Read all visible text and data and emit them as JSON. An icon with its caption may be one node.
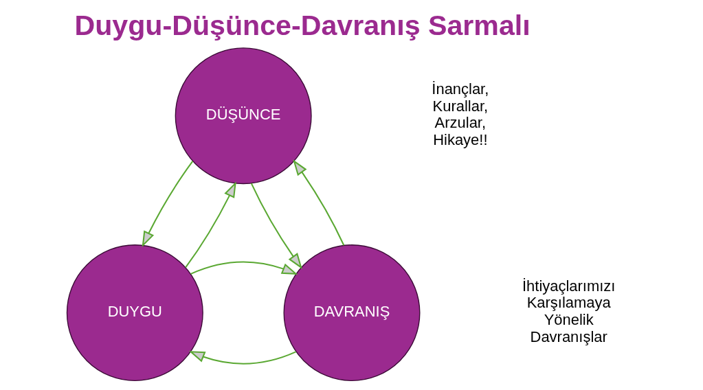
{
  "diagram": {
    "title": "Duygu-Düşünce-Davranış Sarmalı",
    "nodes": [
      {
        "text": [
          "DÜŞÜNCE"
        ]
      },
      {
        "text": [
          "DUYGU"
        ]
      },
      {
        "text": [
          "DAVRANIŞ"
        ]
      }
    ],
    "edges": [
      {
        "from": 0,
        "to": 1,
        "arrow": "to"
      },
      {
        "from": 2,
        "to": 0,
        "arrow": "to"
      },
      {
        "from": 1,
        "to": 0,
        "arrow": "to"
      },
      {
        "from": 0,
        "to": 2,
        "arrow": "to"
      },
      {
        "from": 2,
        "to": 1,
        "arrow": "to"
      },
      {
        "from": 1,
        "to": 2,
        "arrow": "to"
      }
    ],
    "labels": [
      "İnançlar, Kurallar, Arzular, Hikaye!!",
      "İhtiyaçlarımızı Karşılamaya Yönelik Davranışlar"
    ]
  }
}
